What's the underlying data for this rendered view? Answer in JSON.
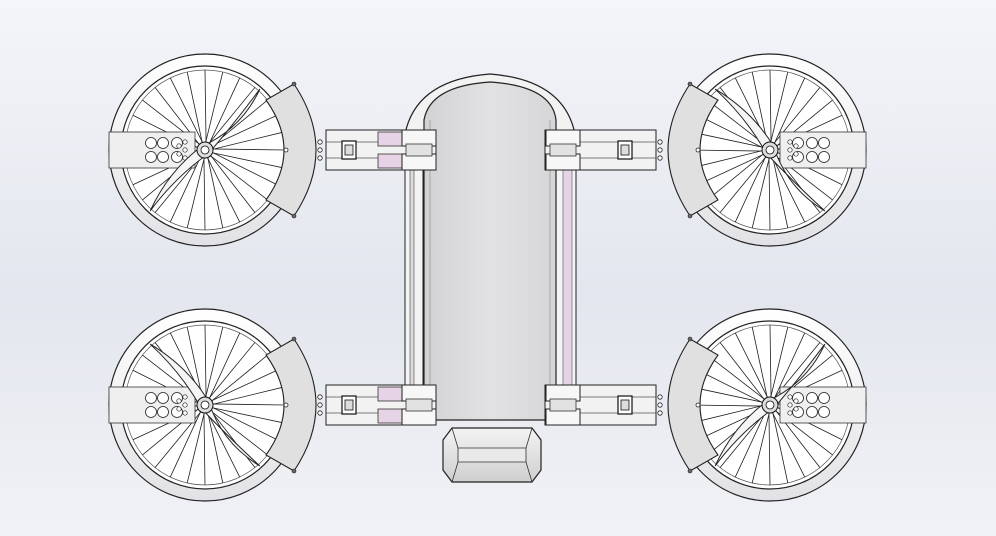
{
  "scene": {
    "subject": "",
    "colors": {
      "background_top": "#f4f5f9",
      "background_mid": "#e3e6ee",
      "part_fill": "#e4e4e4",
      "part_fill_light": "#f2f2f2",
      "edge": "#1a1a1a",
      "accent_pink": "#e6d3e6",
      "tire": "#f7f7f9"
    },
    "rotors": [
      {
        "id": "front-left",
        "spokes": 28
      },
      {
        "id": "front-right",
        "spokes": 28
      },
      {
        "id": "rear-left",
        "spokes": 28
      },
      {
        "id": "rear-right",
        "spokes": 28
      }
    ]
  }
}
